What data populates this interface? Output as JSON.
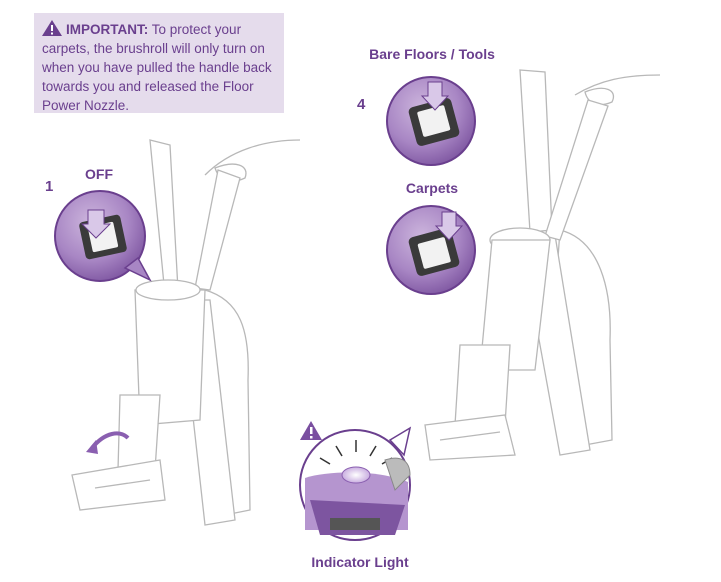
{
  "callout": {
    "icon": "warning-triangle-icon",
    "label": "IMPORTANT:",
    "text": "To protect your carpets, the brushroll will only turn on when you have pulled the handle back towards you and released the Floor Power Nozzle."
  },
  "steps": {
    "step1": "1",
    "step4": "4"
  },
  "labels": {
    "off": "OFF",
    "bare_floors": "Bare Floors / Tools",
    "carpets": "Carpets",
    "indicator_light": "Indicator Light"
  },
  "colors": {
    "accent": "#6a3f8e",
    "callout_bg": "#e5dcec",
    "circle_fill": "#a886c4",
    "line_art": "#b8b8b8"
  }
}
